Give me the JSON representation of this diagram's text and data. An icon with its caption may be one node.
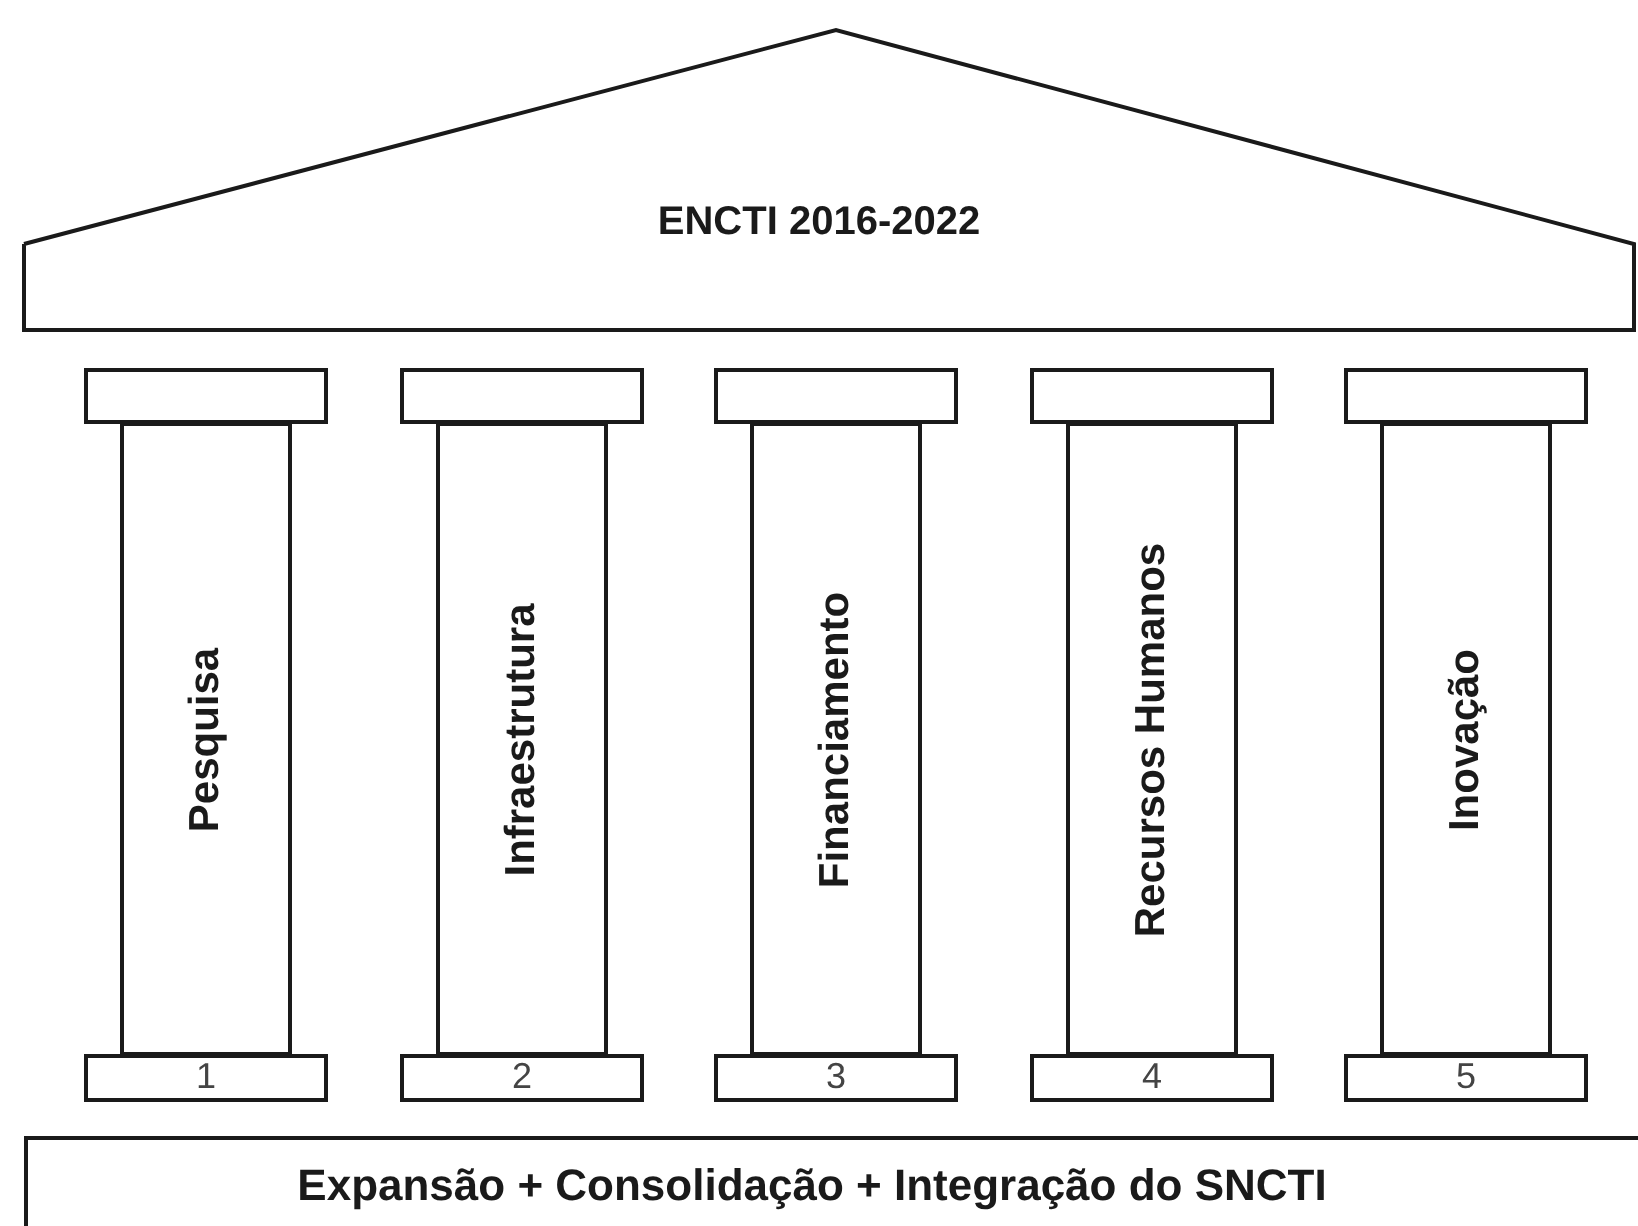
{
  "diagram": {
    "nodes": [
      {
        "text": [
          "ENCTI 2016-2022"
        ]
      },
      {
        "text": [],
        "shape": "box"
      },
      {
        "text": [],
        "shape": "box"
      },
      {
        "text": [],
        "shape": "box"
      },
      {
        "text": [],
        "shape": "box"
      },
      {
        "text": [],
        "shape": "box"
      },
      {
        "text": [
          "Pesquisa"
        ]
      },
      {
        "text": [
          "Infraestrutura"
        ]
      },
      {
        "text": [
          "Financiamento"
        ]
      },
      {
        "text": [
          "Recursos Humanos"
        ]
      },
      {
        "text": [
          "Inovação"
        ]
      },
      {
        "text": [
          "1"
        ]
      },
      {
        "text": [
          "2"
        ]
      },
      {
        "text": [
          "3"
        ]
      },
      {
        "text": [
          "4"
        ]
      },
      {
        "text": [
          "5"
        ]
      },
      {
        "text": [
          "Expansão + Consolidação + Integração do SNCTI"
        ]
      }
    ]
  }
}
